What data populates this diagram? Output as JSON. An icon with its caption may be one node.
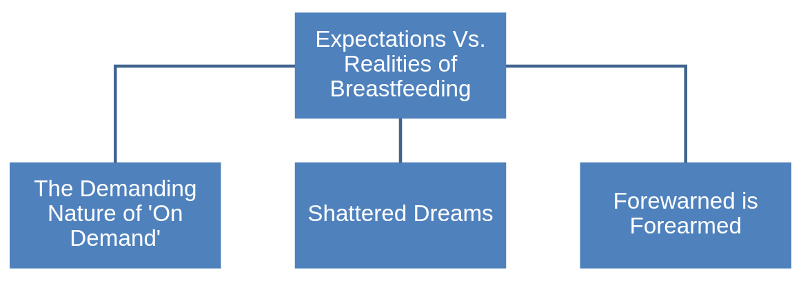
{
  "diagram": {
    "nodes": [
      {
        "text": [
          "Expectations Vs. Realities of Breastfeeding"
        ]
      },
      {
        "text": [
          "The Demanding Nature of 'On Demand'"
        ]
      },
      {
        "text": [
          "Shattered Dreams"
        ]
      },
      {
        "text": [
          "Forewarned is Forearmed"
        ]
      }
    ],
    "edges": [
      {
        "from": 0,
        "to": 1,
        "arrow": "none"
      },
      {
        "from": 0,
        "to": 2,
        "arrow": "none"
      },
      {
        "from": 0,
        "to": 3,
        "arrow": "none"
      }
    ]
  }
}
